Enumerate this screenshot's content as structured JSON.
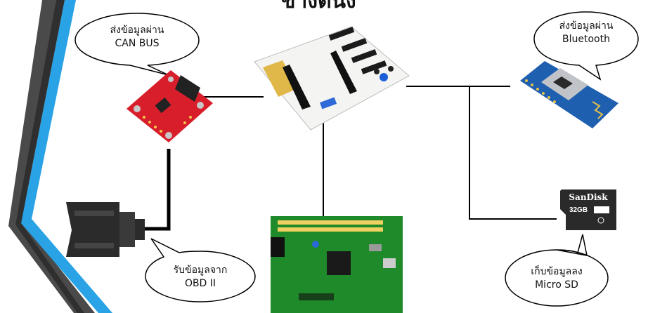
{
  "title_fragment": "ข้างต้นง",
  "bubbles": {
    "can_bus": {
      "line1": "ส่งข้อมูลผ่าน",
      "line2": "CAN BUS"
    },
    "bluetooth": {
      "line1": "ส่งข้อมูลผ่าน",
      "line2": "Bluetooth"
    },
    "obd": {
      "line1": "รับข้อมูลจาก",
      "line2": "OBD II"
    },
    "microsd": {
      "line1": "เก็บข้อมูลลง",
      "line2": "Micro SD"
    }
  },
  "sd_card": {
    "brand": "SanDisk",
    "capacity": "32GB"
  },
  "colors": {
    "accent_blue": "#29a3e6",
    "dark_gray": "#4a4a4a",
    "board_green": "#1f8a2a",
    "can_red": "#d81e2a",
    "bt_blue": "#1f5fb0"
  }
}
